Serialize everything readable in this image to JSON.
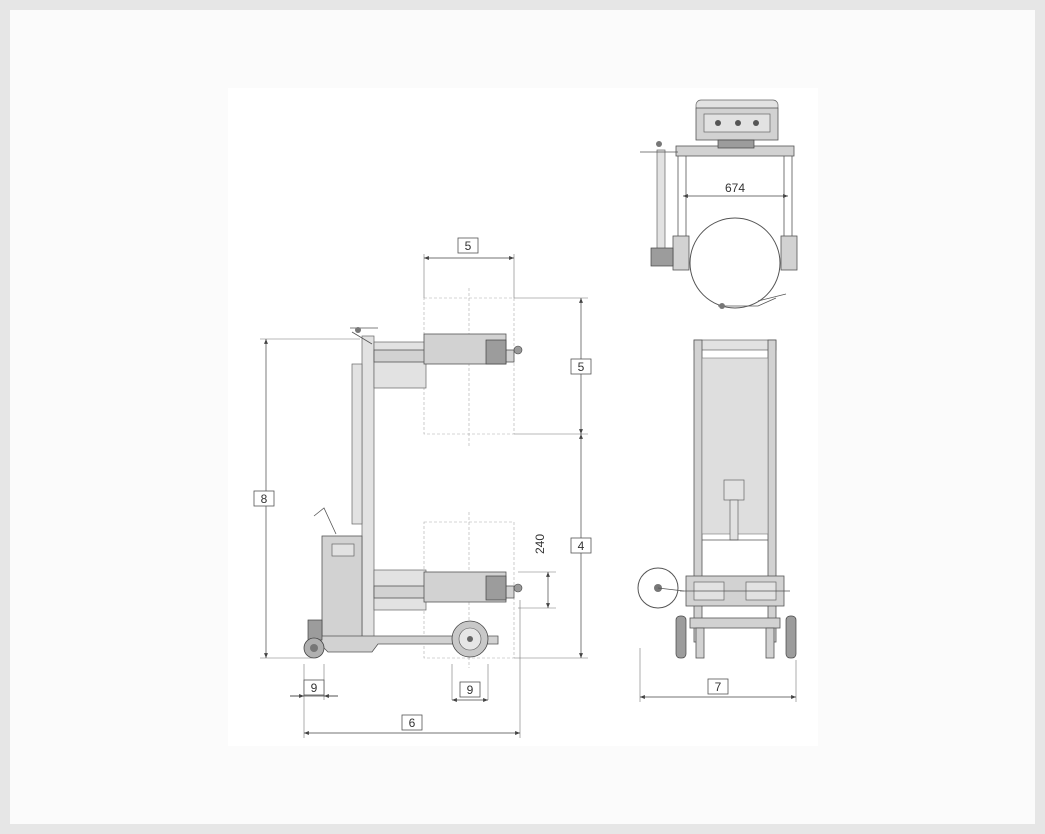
{
  "dimensions": {
    "front_top_width": "674",
    "side_top_width": "5",
    "side_arm_upper_height": "5",
    "side_total_height": "8",
    "side_arm_gap": "240",
    "side_lower_height": "4",
    "side_front_wheel": "9",
    "side_rear_wheel": "9",
    "side_base_length": "6",
    "front_base_width": "7"
  },
  "colors": {
    "background": "#e6e6e6",
    "paper": "#ffffff",
    "line": "#555555",
    "fill": "#d2d2d2"
  }
}
